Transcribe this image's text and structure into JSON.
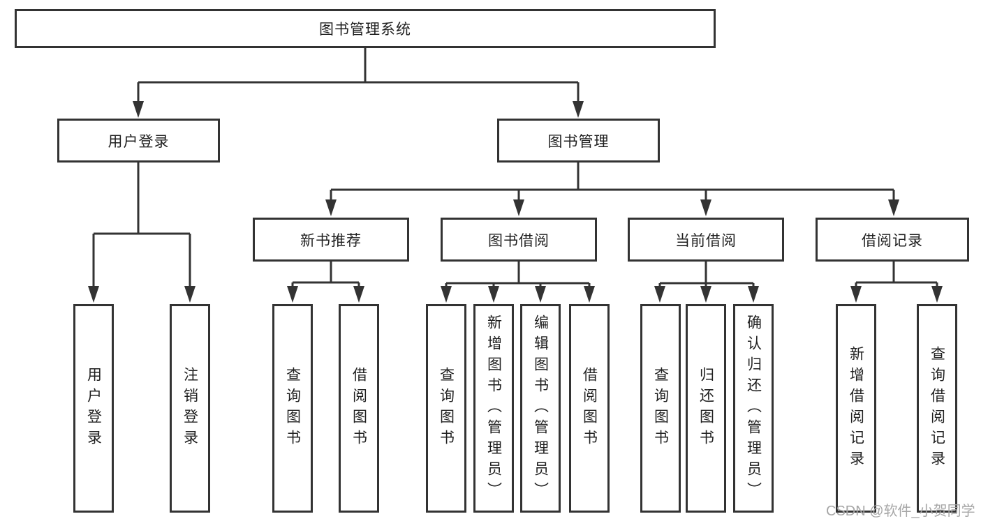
{
  "diagram": {
    "root": {
      "label": "图书管理系统"
    },
    "level2": [
      {
        "label": "用户登录"
      },
      {
        "label": "图书管理"
      }
    ],
    "level3": [
      {
        "label": "新书推荐"
      },
      {
        "label": "图书借阅"
      },
      {
        "label": "当前借阅"
      },
      {
        "label": "借阅记录"
      }
    ],
    "leaves": [
      {
        "label": "用户登录",
        "parent": "用户登录"
      },
      {
        "label": "注销登录",
        "parent": "用户登录"
      },
      {
        "label": "查询图书",
        "parent": "新书推荐"
      },
      {
        "label": "借阅图书",
        "parent": "新书推荐"
      },
      {
        "label": "查询图书",
        "parent": "图书借阅"
      },
      {
        "label": "新增图书（管理员）",
        "parent": "图书借阅"
      },
      {
        "label": "编辑图书（管理员）",
        "parent": "图书借阅"
      },
      {
        "label": "借阅图书",
        "parent": "图书借阅"
      },
      {
        "label": "查询图书",
        "parent": "当前借阅"
      },
      {
        "label": "归还图书",
        "parent": "当前借阅"
      },
      {
        "label": "确认归还（管理员）",
        "parent": "当前借阅"
      },
      {
        "label": "新增借阅记录",
        "parent": "借阅记录"
      },
      {
        "label": "查询借阅记录",
        "parent": "借阅记录"
      }
    ]
  },
  "watermark": {
    "text": "CSDN @软件_小贺同学"
  },
  "colors": {
    "line": "#333333",
    "text": "#1f1f1f",
    "watermark": "#a6a6a6",
    "background": "#ffffff"
  }
}
